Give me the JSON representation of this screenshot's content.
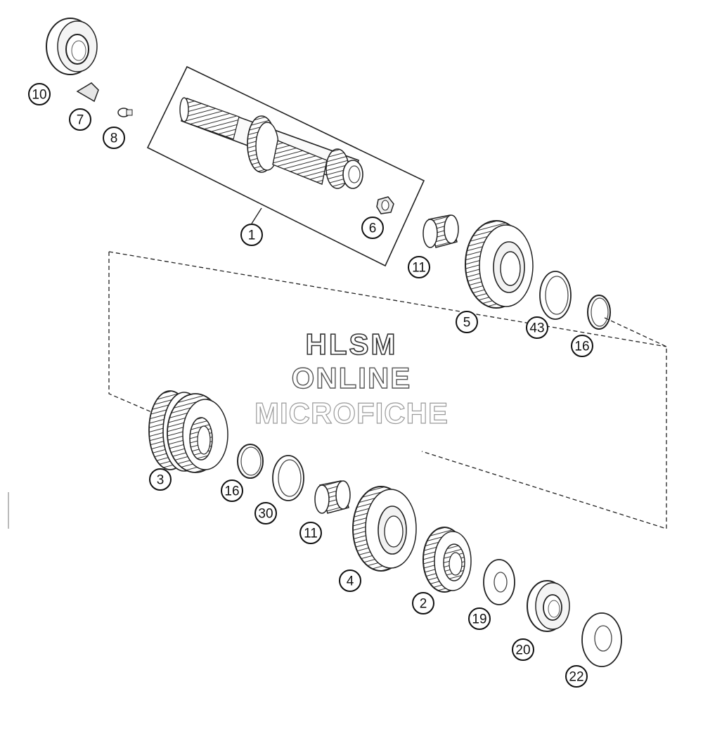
{
  "callouts": [
    {
      "id": "c1",
      "label": "1"
    },
    {
      "id": "c2",
      "label": "2"
    },
    {
      "id": "c3",
      "label": "3"
    },
    {
      "id": "c4",
      "label": "4"
    },
    {
      "id": "c5",
      "label": "5"
    },
    {
      "id": "c6",
      "label": "6"
    },
    {
      "id": "c7",
      "label": "7"
    },
    {
      "id": "c8",
      "label": "8"
    },
    {
      "id": "c10",
      "label": "10"
    },
    {
      "id": "c11a",
      "label": "11"
    },
    {
      "id": "c11b",
      "label": "11"
    },
    {
      "id": "c16a",
      "label": "16"
    },
    {
      "id": "c16b",
      "label": "16"
    },
    {
      "id": "c19",
      "label": "19"
    },
    {
      "id": "c20",
      "label": "20"
    },
    {
      "id": "c22",
      "label": "22"
    },
    {
      "id": "c30",
      "label": "30"
    },
    {
      "id": "c43",
      "label": "43"
    }
  ],
  "watermark": {
    "line1": "HLSM",
    "line2": "ONLINE",
    "line3": "MICROFICHE"
  }
}
